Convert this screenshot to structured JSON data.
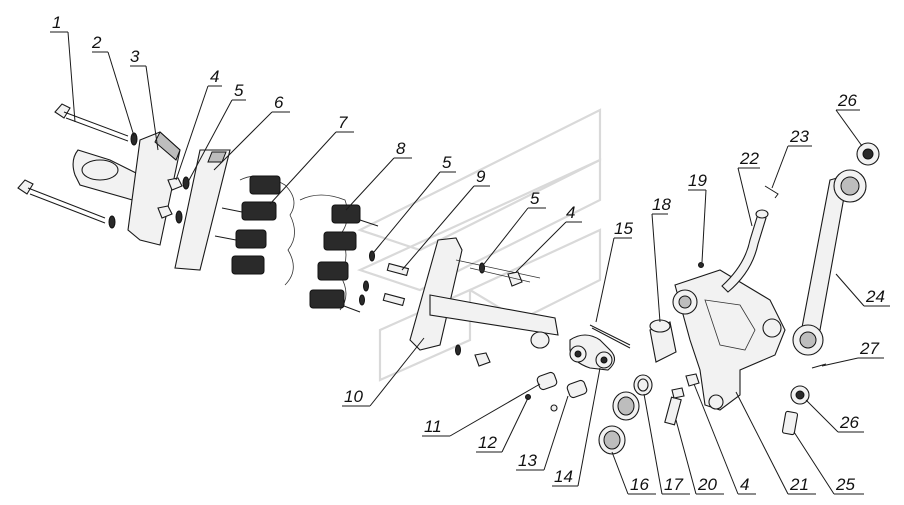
{
  "diagram": {
    "callouts": [
      {
        "id": "c1",
        "text": "1"
      },
      {
        "id": "c2",
        "text": "2"
      },
      {
        "id": "c3",
        "text": "3"
      },
      {
        "id": "c4a",
        "text": "4"
      },
      {
        "id": "c5a",
        "text": "5"
      },
      {
        "id": "c6",
        "text": "6"
      },
      {
        "id": "c7",
        "text": "7"
      },
      {
        "id": "c8",
        "text": "8"
      },
      {
        "id": "c5b",
        "text": "5"
      },
      {
        "id": "c9",
        "text": "9"
      },
      {
        "id": "c5c",
        "text": "5"
      },
      {
        "id": "c4b",
        "text": "4"
      },
      {
        "id": "c15",
        "text": "15"
      },
      {
        "id": "c18",
        "text": "18"
      },
      {
        "id": "c19",
        "text": "19"
      },
      {
        "id": "c22",
        "text": "22"
      },
      {
        "id": "c23",
        "text": "23"
      },
      {
        "id": "c26a",
        "text": "26"
      },
      {
        "id": "c24",
        "text": "24"
      },
      {
        "id": "c27",
        "text": "27"
      },
      {
        "id": "c26b",
        "text": "26"
      },
      {
        "id": "c25",
        "text": "25"
      },
      {
        "id": "c21",
        "text": "21"
      },
      {
        "id": "c4c",
        "text": "4"
      },
      {
        "id": "c20",
        "text": "20"
      },
      {
        "id": "c17",
        "text": "17"
      },
      {
        "id": "c16",
        "text": "16"
      },
      {
        "id": "c14",
        "text": "14"
      },
      {
        "id": "c13",
        "text": "13"
      },
      {
        "id": "c12",
        "text": "12"
      },
      {
        "id": "c11",
        "text": "11"
      },
      {
        "id": "c10",
        "text": "10"
      }
    ]
  }
}
